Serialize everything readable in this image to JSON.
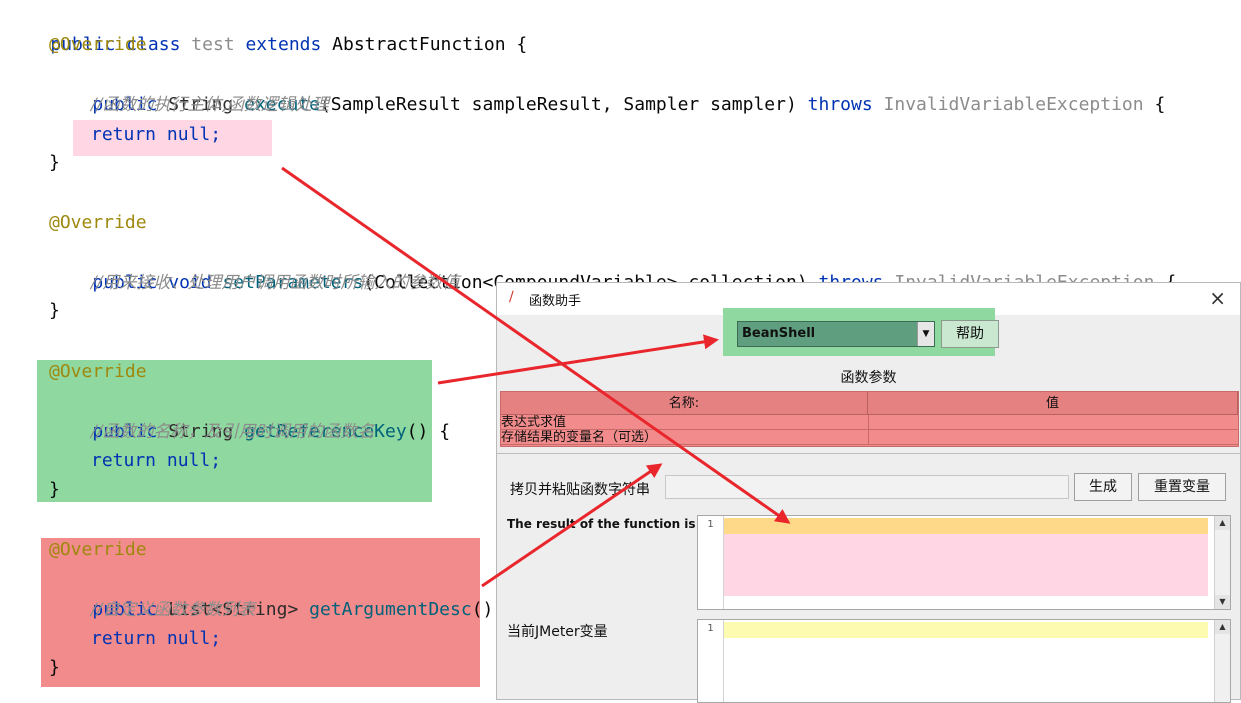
{
  "code": {
    "class_decl": {
      "kw1": "public",
      "kw2": "class",
      "name": "test",
      "kw3": "extends",
      "parent": "AbstractFunction",
      "brace": "{"
    },
    "override": "@Override",
    "m1_sig": {
      "kw": "public",
      "type": "String",
      "name": "execute",
      "params": "(SampleResult sampleResult, Sampler sampler)",
      "throws": "throws",
      "exc": "InvalidVariableException",
      "brace": "{"
    },
    "m1_comment": "//函数的执行主体,函数逻辑处理",
    "return_null": "return null;",
    "return_kw": "return",
    "null_kw": "null;",
    "close_brace": "}",
    "m2_sig": {
      "kw": "public",
      "type": "void",
      "name": "setParameters",
      "params": "(Collection<CompoundVariable> collection)",
      "throws": "throws",
      "exc": "InvalidVariableException",
      "brace": "{"
    },
    "m2_comment": "//用来接收、处理用户调用函数时所输入的参数值",
    "m3_sig": {
      "kw": "public",
      "type": "String",
      "name": "getReferenceKey",
      "params": "()",
      "brace": "{"
    },
    "m3_comment": "//函数的名称，及引用时调用的函数名",
    "m4_sig": {
      "kw": "public",
      "type": "List<String>",
      "name": "getArgumentDesc",
      "params": "()",
      "brace": "{"
    },
    "m4_comment": "//自定义函数参数列表"
  },
  "dialog": {
    "title": "函数助手",
    "close_icon": "×",
    "function_select": "BeanShell",
    "help_button": "帮助",
    "params_title": "函数参数",
    "table": {
      "headers": [
        "名称:",
        "值"
      ],
      "rows": [
        {
          "name": "表达式求值",
          "value": ""
        },
        {
          "name": "存储结果的变量名（可选）",
          "value": ""
        }
      ]
    },
    "copy_label": "拷贝并粘贴函数字符串",
    "copy_value": "",
    "generate_button": "生成",
    "reset_button": "重置变量",
    "result_label": "The result of the function is",
    "result_line": "1",
    "jmeter_vars_label": "当前JMeter变量",
    "jmeter_vars_line": "1"
  },
  "colors": {
    "highlight_pink": "#ffd6e4",
    "highlight_green": "#8fd8a0",
    "highlight_red": "#f28b8b",
    "arrow_red": "#e8262c",
    "current_line_orange": "#ffd98a",
    "current_line_yellow": "#fdfbb0"
  }
}
